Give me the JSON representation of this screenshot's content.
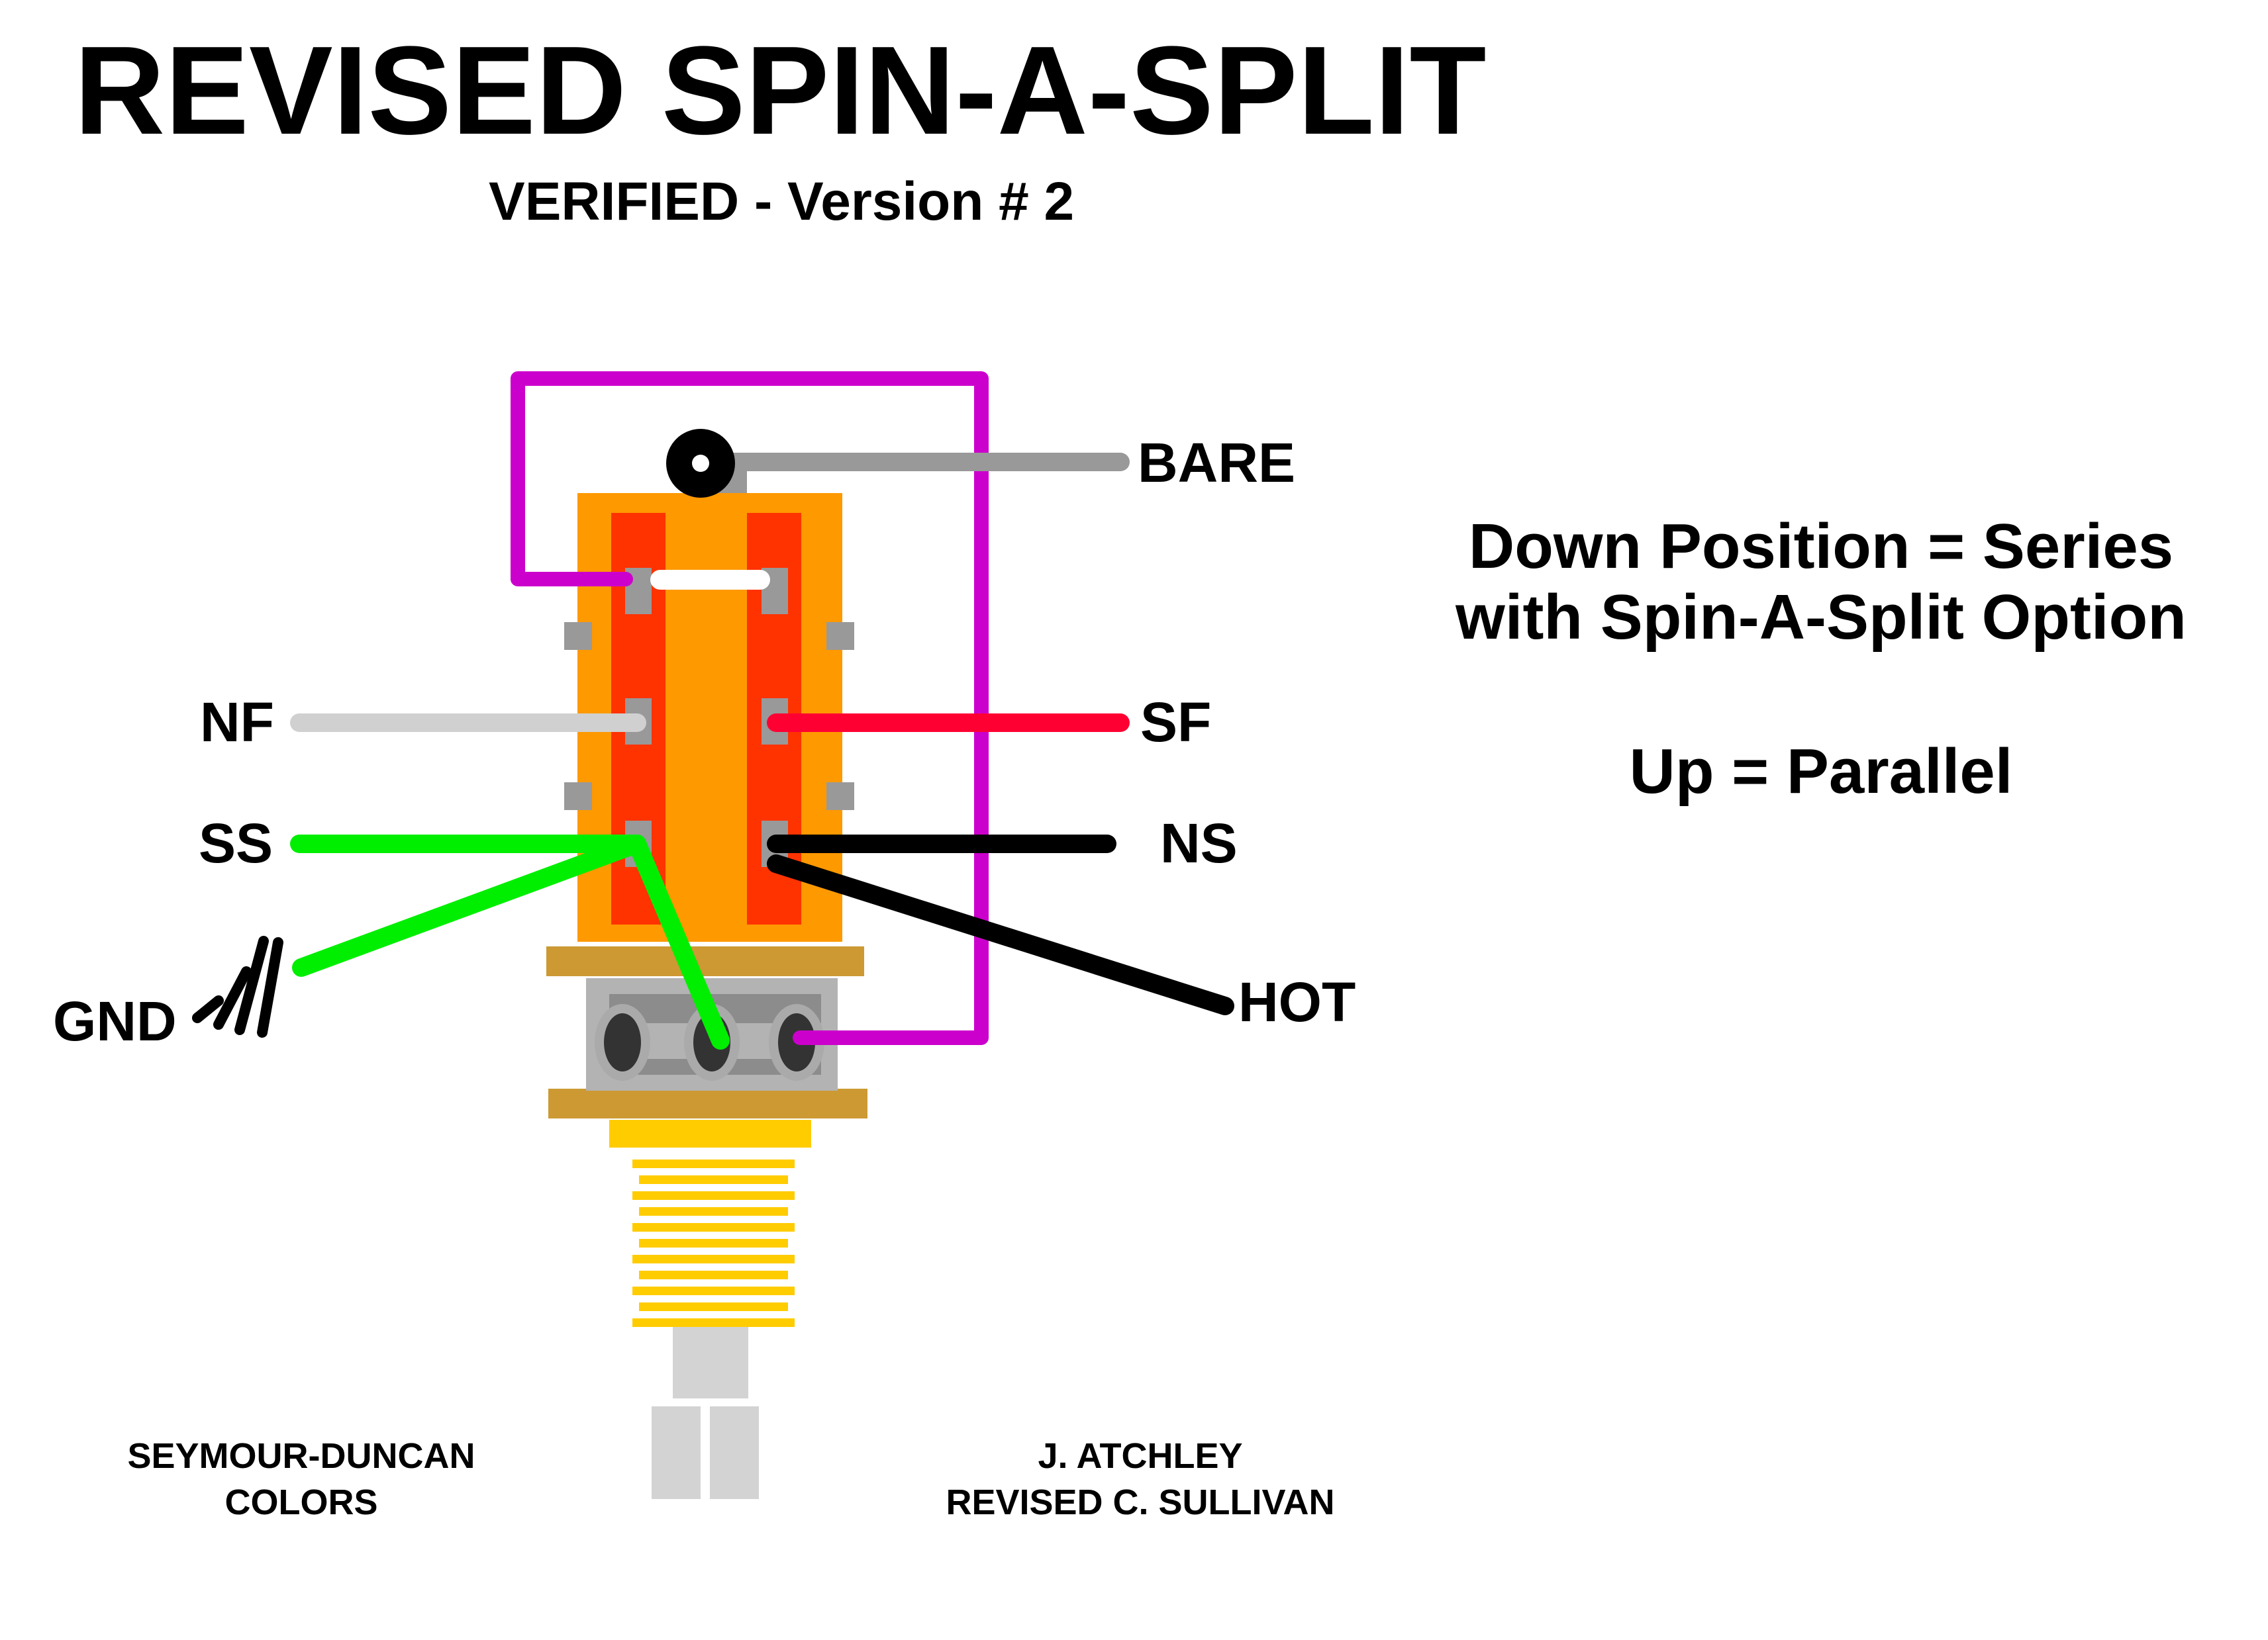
{
  "title": "REVISED SPIN-A-SPLIT",
  "subtitle": "VERIFIED  - Version # 2",
  "wire_labels": {
    "bare": "BARE",
    "nf": "NF",
    "sf": "SF",
    "ss": "SS",
    "ns": "NS",
    "gnd": "GND",
    "hot": "HOT"
  },
  "notes": {
    "line1": "Down Position = Series",
    "line2": "with Spin-A-Split Option",
    "line3": "Up = Parallel"
  },
  "credits": {
    "left_line1": "SEYMOUR-DUNCAN",
    "left_line2": "COLORS",
    "right_line1": "J. ATCHLEY",
    "right_line2": "REVISED C. SULLIVAN"
  },
  "wire_colors": {
    "bare": "#999999",
    "nf": "#d0d0d0",
    "sf": "#ff0033",
    "ss": "#00ee00",
    "ns": "#000000",
    "hot": "#000000",
    "jumper_purple": "#cc00cc",
    "jumper_white": "#ffffff"
  },
  "component_colors": {
    "switch_body": "#ff9900",
    "switch_contacts": "#ff3300",
    "lugs": "#999999",
    "pot_plate": "#cc9933",
    "pot_body": "#b3b3b3",
    "shaft_thread": "#ffcc00"
  }
}
